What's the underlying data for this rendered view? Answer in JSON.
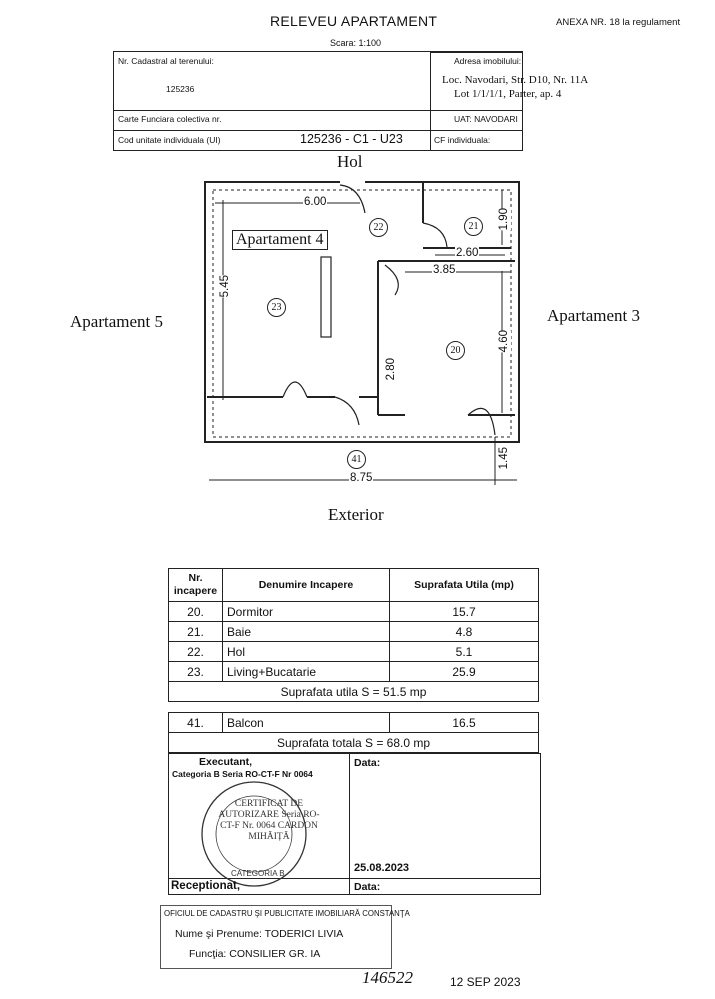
{
  "header": {
    "title": "RELEVEU APARTAMENT",
    "annex": "ANEXA NR. 18 la regulament",
    "scale": "Scara: 1:100"
  },
  "info_table": {
    "cadastral_label": "Nr. Cadastral al terenului:",
    "cadastral_value": "125236",
    "address_label": "Adresa imobilului:",
    "address_line1": "Loc. Navodari, Str. D10, Nr. 11A",
    "address_line2": "Lot 1/1/1/1, Parter, ap. 4",
    "carte_label": "Carte Funciara colectiva nr.",
    "uat": "UAT: NAVODARI",
    "cod_label": "Cod unitate individuala (UI)",
    "cod_value": "125236 - C1 - U23",
    "cf_label": "CF individuala:"
  },
  "plan": {
    "top_label": "Hol",
    "bottom_label": "Exterior",
    "left_label": "Apartament 5",
    "right_label": "Apartament 3",
    "unit_label": "Apartament 4",
    "dims": {
      "d600": "6.00",
      "d190": "1.90",
      "d260": "2.60",
      "d385": "3.85",
      "d545": "5.45",
      "d460": "4.60",
      "d280": "2.80",
      "d145": "1.45",
      "d875": "8.75"
    },
    "rooms": {
      "r20": "20",
      "r21": "21",
      "r22": "22",
      "r23": "23",
      "r41": "41"
    }
  },
  "rooms_table": {
    "head_nr": "Nr. incapere",
    "head_name": "Denumire Incapere",
    "head_area": "Suprafata Utila (mp)",
    "rows": [
      {
        "nr": "20.",
        "name": "Dormitor",
        "area": "15.7"
      },
      {
        "nr": "21.",
        "name": "Baie",
        "area": "4.8"
      },
      {
        "nr": "22.",
        "name": "Hol",
        "area": "5.1"
      },
      {
        "nr": "23.",
        "name": "Living+Bucatarie",
        "area": "25.9"
      }
    ],
    "useful_total": "Suprafata utila S = 51.5 mp",
    "balcony": {
      "nr": "41.",
      "name": "Balcon",
      "area": "16.5"
    },
    "grand_total": "Suprafata totala S =  68.0 mp"
  },
  "signatures": {
    "executant": "Executant,",
    "category": "Categoria B Seria RO-CT-F Nr 0064",
    "data_label": "Data:",
    "date_value": "25.08.2023",
    "stamp_text": "CERTIFICAT DE AUTORIZARE Seria RO-CT-F Nr. 0064 CARDON MIHĂIȚĂ",
    "stamp_category": "CATEGORIA B",
    "receptionat": "Receptionat,",
    "data_label2": "Data:"
  },
  "ocpi_stamp": {
    "line1": "OFICIUL DE CADASTRU ŞI PUBLICITATE IMOBILIARĂ CONSTANŢA",
    "line2": "Nume şi Prenume: TODERICI LIVIA",
    "line3": "Funcţia: CONSILIER GR. IA"
  },
  "handwritten": {
    "registration": "146522",
    "date": "12 SEP 2023"
  }
}
